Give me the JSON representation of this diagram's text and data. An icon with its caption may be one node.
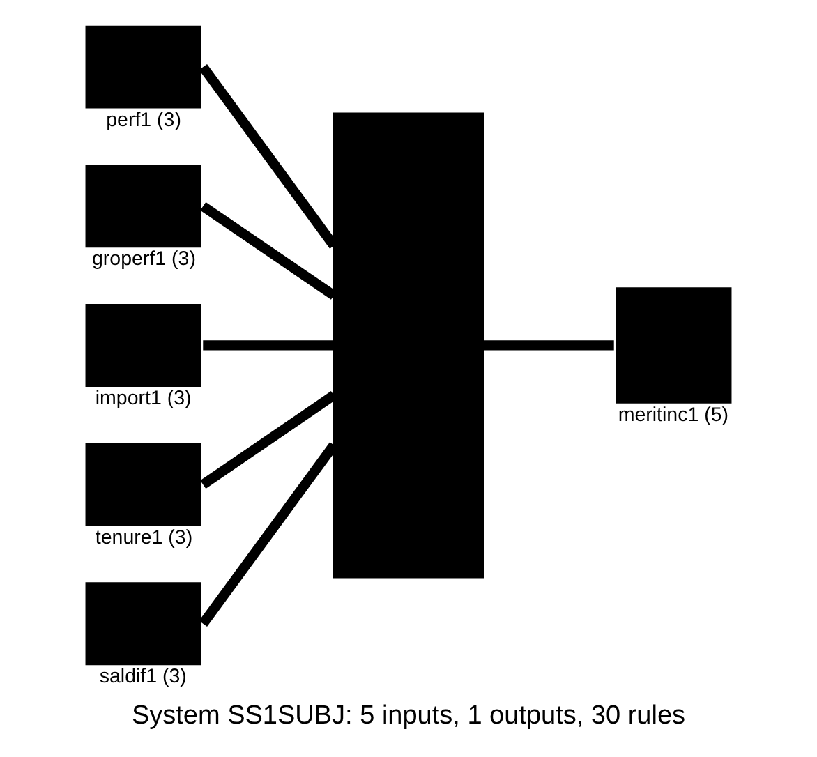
{
  "diagram": {
    "title": "System SS1SUBJ: 5 inputs, 1 outputs, 30 rules",
    "nodes": [
      {
        "text": [
          "perf1 (3)"
        ]
      },
      {
        "text": [
          "groperf1 (3)"
        ]
      },
      {
        "text": [
          "import1 (3)"
        ]
      },
      {
        "text": [
          "tenure1 (3)"
        ]
      },
      {
        "text": [
          "saldif1 (3)"
        ]
      },
      {
        "text": [],
        "shape": "box"
      },
      {
        "text": [
          "meritinc1 (5)"
        ]
      }
    ],
    "edges": [
      {
        "from": 0,
        "to": 5,
        "arrow": "none"
      },
      {
        "from": 1,
        "to": 5,
        "arrow": "none"
      },
      {
        "from": 2,
        "to": 5,
        "arrow": "none"
      },
      {
        "from": 3,
        "to": 5,
        "arrow": "none"
      },
      {
        "from": 4,
        "to": 5,
        "arrow": "none"
      },
      {
        "from": 5,
        "to": 6,
        "arrow": "none"
      }
    ]
  }
}
